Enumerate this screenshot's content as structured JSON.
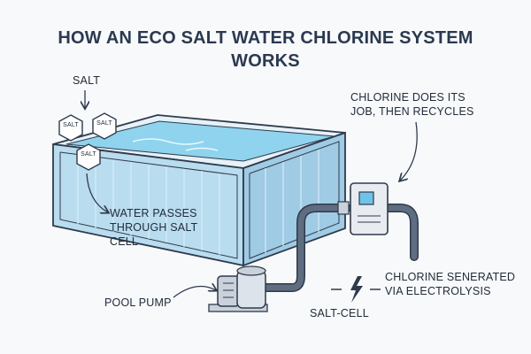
{
  "diagram": {
    "title_line1": "HOW AN ECO SALT WATER CHLORINE SYSTEM",
    "title_line2": "WORKS",
    "labels": {
      "salt": "SALT",
      "salt_crystal": "SALT",
      "chlorine_recycles_line1": "CHLORINE DOES ITS",
      "chlorine_recycles_line2": "JOB, THEN RECYCLES",
      "water_passes_line1": "WATER PASSES",
      "water_passes_line2": "THROUGH SALT",
      "water_passes_line3": "CELL",
      "pool_pump": "POOL PUMP",
      "salt_cell": "SALT-CELL",
      "chlorine_generated_line1": "CHLORINE SENERATED",
      "chlorine_generated_line2": "VIA ELECTROLYSIS"
    }
  },
  "colors": {
    "outline": "#2f3a4c",
    "water": "#8fd3ee",
    "glass": "#b9dcef",
    "glass_dark": "#9fcbe4",
    "pipe": "#5e6d80",
    "pump": "#c9d1da",
    "controller_screen": "#6fc3e6"
  }
}
